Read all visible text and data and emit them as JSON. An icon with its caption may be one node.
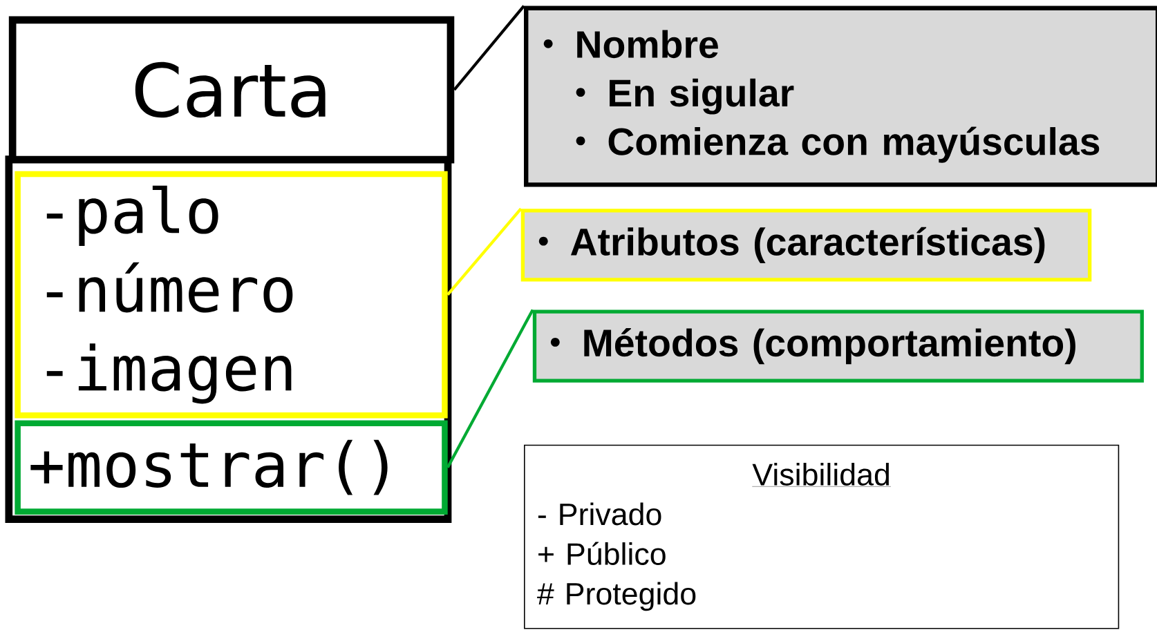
{
  "diagram": {
    "nodes": [
      {
        "text": [
          "Carta"
        ]
      },
      {
        "text": [
          "-palo",
          "-número",
          "-imagen"
        ]
      },
      {
        "text": [
          "+mostrar()"
        ]
      },
      {
        "text": [
          "Nombre",
          "En sigular",
          "Comienza con mayúsculas"
        ]
      },
      {
        "text": [
          "Atributos (características)"
        ]
      },
      {
        "text": [
          "Métodos (comportamiento)"
        ]
      },
      {
        "text": [
          "Visibilidad",
          "- Privado",
          "+ Público",
          "# Protegido"
        ]
      }
    ],
    "edges": [
      {
        "from": 3,
        "to": 0,
        "arrow": "none"
      },
      {
        "from": 4,
        "to": 1,
        "arrow": "none",
        "color": "#ffff00"
      },
      {
        "from": 5,
        "to": 2,
        "arrow": "none",
        "color": "#00aa33"
      }
    ]
  }
}
